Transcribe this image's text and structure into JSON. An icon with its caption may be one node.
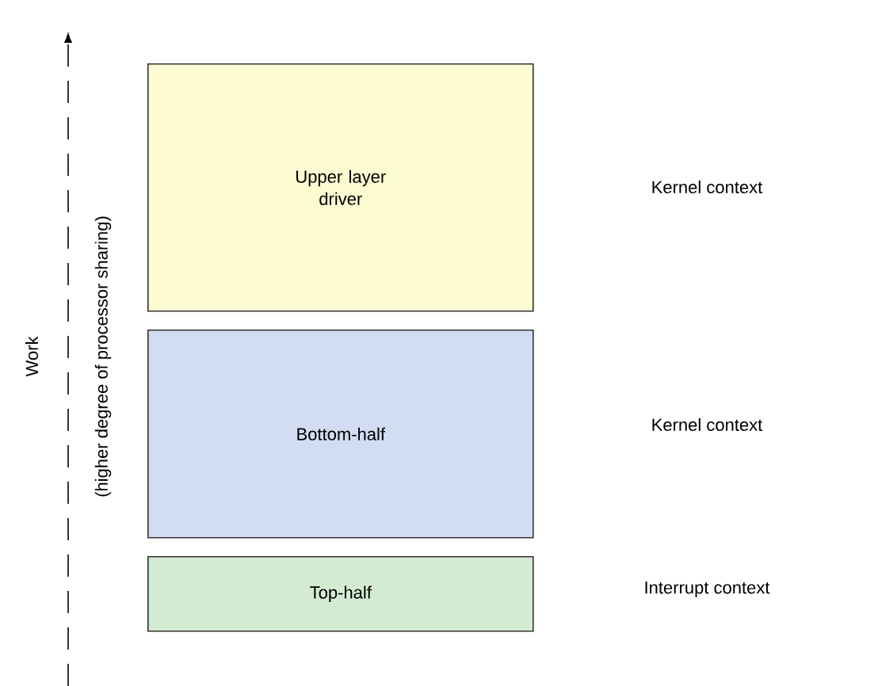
{
  "diagram": {
    "nodes": [
      {
        "text": [
          "Upper layer driver"
        ]
      },
      {
        "text": [
          "Bottom-half"
        ]
      },
      {
        "text": [
          "Top-half"
        ]
      }
    ],
    "labels": [
      "Work",
      "(higher degree of processor sharing)",
      "Kernel context",
      "Kernel context",
      "Interrupt context"
    ]
  }
}
